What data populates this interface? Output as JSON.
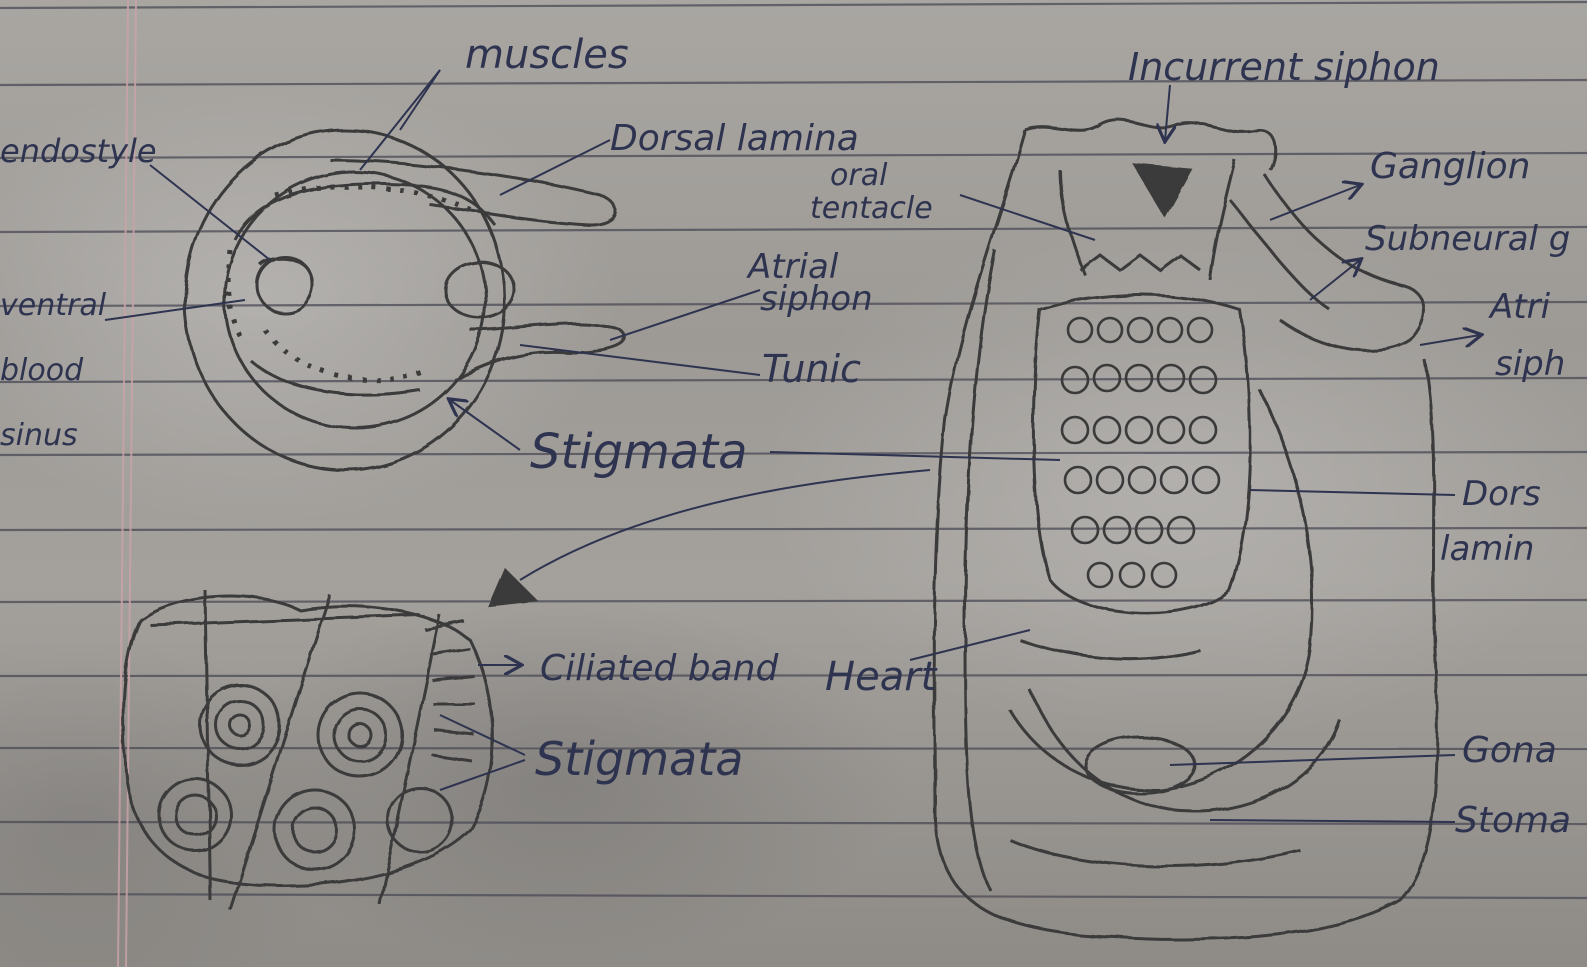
{
  "colors": {
    "paper": "#a4a19d",
    "ruled_line": "#4a4a55",
    "margin_line": "#c9a3a8",
    "pencil": "#3a3a3a",
    "ink": "#2e3350"
  },
  "labels": {
    "muscles": "muscles",
    "dorsal_lamina": "Dorsal lamina",
    "endostyle": "endostyle",
    "ventral_blood_sinus": [
      "ventral",
      "blood",
      "sinus"
    ],
    "atrial_siphon_left": [
      "Atrial",
      "siphon"
    ],
    "tunic": "Tunic",
    "stigmata_top": "Stigmata",
    "ciliated_band": "Ciliated band",
    "stigmata_bottom": "Stigmata",
    "incurrent_siphon": "Incurrent siphon",
    "oral_tentacle": [
      "oral",
      "tentacle"
    ],
    "ganglion": "Ganglion",
    "subneural_gland": "Subneural g",
    "atrial_siphon_right": [
      "Atri",
      "siph"
    ],
    "dorsal_lamina_right": [
      "Dors",
      "lamin"
    ],
    "heart": "Heart",
    "gonad": "Gona",
    "stomach": "Stoma"
  }
}
